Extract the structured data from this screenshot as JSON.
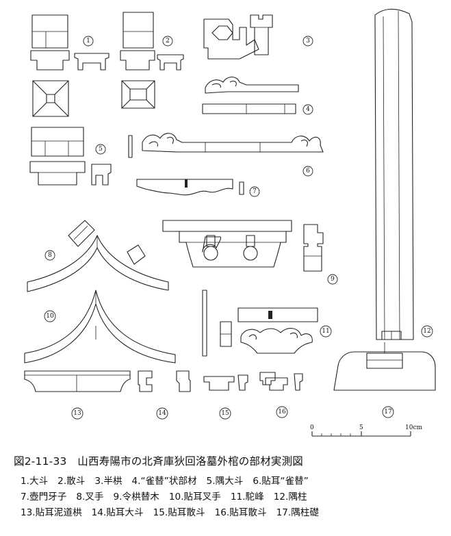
{
  "figure": {
    "title": "図2-11-33　山西寿陽市の北斉庫狄回洛墓外棺の部材実測図",
    "labels": [
      "1",
      "2",
      "3",
      "4",
      "5",
      "6",
      "7",
      "8",
      "9",
      "10",
      "11",
      "12",
      "13",
      "14",
      "15",
      "16",
      "17"
    ],
    "scale": {
      "zero": "0",
      "mid": "5",
      "end": "10cm"
    }
  },
  "legend": {
    "line1": [
      "1.大斗",
      "2.散斗",
      "3.半栱",
      "4.“雀替”状部材",
      "5.隅大斗",
      "6.貼耳“雀替”"
    ],
    "line2": [
      "7.壺門牙子",
      "8.叉手",
      "9.令栱替木",
      "10.貼耳叉手",
      "11.駝峰",
      "12.隅柱"
    ],
    "line3": [
      "13.貼耳泥道栱",
      "14.貼耳大斗",
      "15.貼耳散斗",
      "16.貼耳散斗",
      "17.隅柱礎"
    ]
  }
}
